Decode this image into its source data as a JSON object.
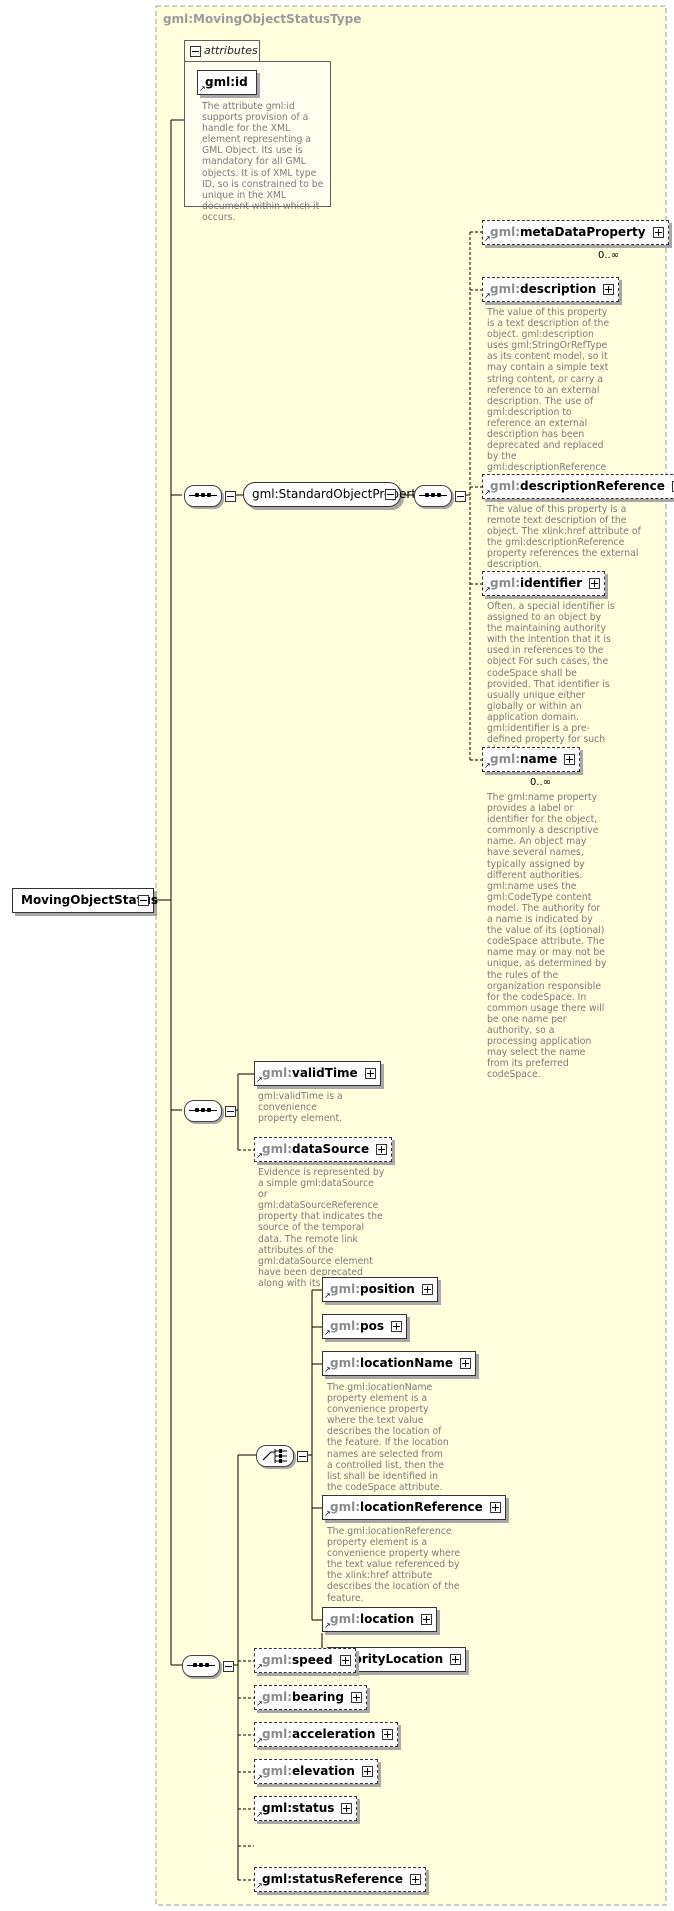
{
  "diagram": {
    "type_title": "gml:MovingObjectStatusType",
    "root": {
      "label": "MovingObjectStatus"
    },
    "attributes": {
      "tab_label": "attributes",
      "id": {
        "label": "gml:id",
        "doc": "The attribute gml:id supports provision of a handle for the XML element representing a GML Object. Its use is mandatory for all GML objects. It is of XML type ID, so is constrained to be unique in the XML document within which it occurs."
      }
    },
    "standard_group": {
      "label": "gml:StandardObjectProperties"
    },
    "standard_elements": {
      "metaDataProperty": {
        "ns": "gml:",
        "name": "metaDataProperty",
        "occurrence": "0..∞"
      },
      "description": {
        "ns": "gml:",
        "name": "description",
        "doc": "The value of this property is a text description of the object. gml:description uses gml:StringOrRefType as its content model, so it may contain a simple text string content, or carry a reference to an external description. The use of gml:description to reference an external description has been deprecated and replaced by the gml:descriptionReference property."
      },
      "descriptionReference": {
        "ns": "gml:",
        "name": "descriptionReference",
        "doc": "The value of this property is a remote text description of the object. The xlink:href attribute of the gml:descriptionReference property references the external description."
      },
      "identifier": {
        "ns": "gml:",
        "name": "identifier",
        "doc": "Often, a special identifier is assigned to an object by the maintaining authority with the intention that it is used in references to the object For such cases, the codeSpace shall be provided. That identifier is usually unique either globally or within an application domain. gml:identifier is a pre-defined property for such identifiers."
      },
      "name": {
        "ns": "gml:",
        "name": "name",
        "occurrence": "0..∞",
        "doc": "The gml:name property provides a label or identifier for the object, commonly a descriptive name. An object may have several names, typically assigned by different authorities. gml:name uses the gml:CodeType content model. The authority for a name is indicated by the value of its (optional) codeSpace attribute. The name may or may not be unique, as determined by the rules of the organization responsible for the codeSpace. In common usage there will be one name per authority, so a processing application may select the name from its preferred codeSpace."
      }
    },
    "time_elements": {
      "validTime": {
        "ns": "gml:",
        "name": "validTime",
        "doc": "gml:validTime is a convenience property element."
      },
      "dataSource": {
        "ns": "gml:",
        "name": "dataSource",
        "doc": "Evidence is represented by a simple gml:dataSource or gml:dataSourceReference property that indicates the source of the temporal data. The remote link attributes of the gml:dataSource element have been deprecated along with its current type."
      }
    },
    "location_choice": {
      "position": {
        "ns": "gml:",
        "name": "position"
      },
      "pos": {
        "ns": "gml:",
        "name": "pos"
      },
      "locationName": {
        "ns": "gml:",
        "name": "locationName",
        "doc": "The gml:locationName property element is a convenience property where the text value describes the location of the feature. If the location names are selected from a controlled list, then the list shall be identified in the codeSpace attribute."
      },
      "locationReference": {
        "ns": "gml:",
        "name": "locationReference",
        "doc": "The gml:locationReference property element is a convenience property where the text value referenced by the xlink:href attribute describes the location of the feature."
      },
      "location": {
        "ns": "gml:",
        "name": "location"
      },
      "priorityLocation": {
        "name": "priorityLocation"
      }
    },
    "motion_elements": {
      "speed": {
        "ns": "gml:",
        "name": "speed"
      },
      "bearing": {
        "ns": "gml:",
        "name": "bearing"
      },
      "acceleration": {
        "ns": "gml:",
        "name": "acceleration"
      },
      "elevation": {
        "ns": "gml:",
        "name": "elevation"
      },
      "status": {
        "ns": "gml:",
        "name": "status"
      },
      "statusReference": {
        "ns": "gml:",
        "name": "statusReference"
      }
    },
    "colors": {
      "background": "#ffffdd",
      "border": "#a0a0a0",
      "node_fill": "#ffffff",
      "doc_text": "#7a7a7a",
      "ns_text": "#8c8c8c"
    }
  }
}
